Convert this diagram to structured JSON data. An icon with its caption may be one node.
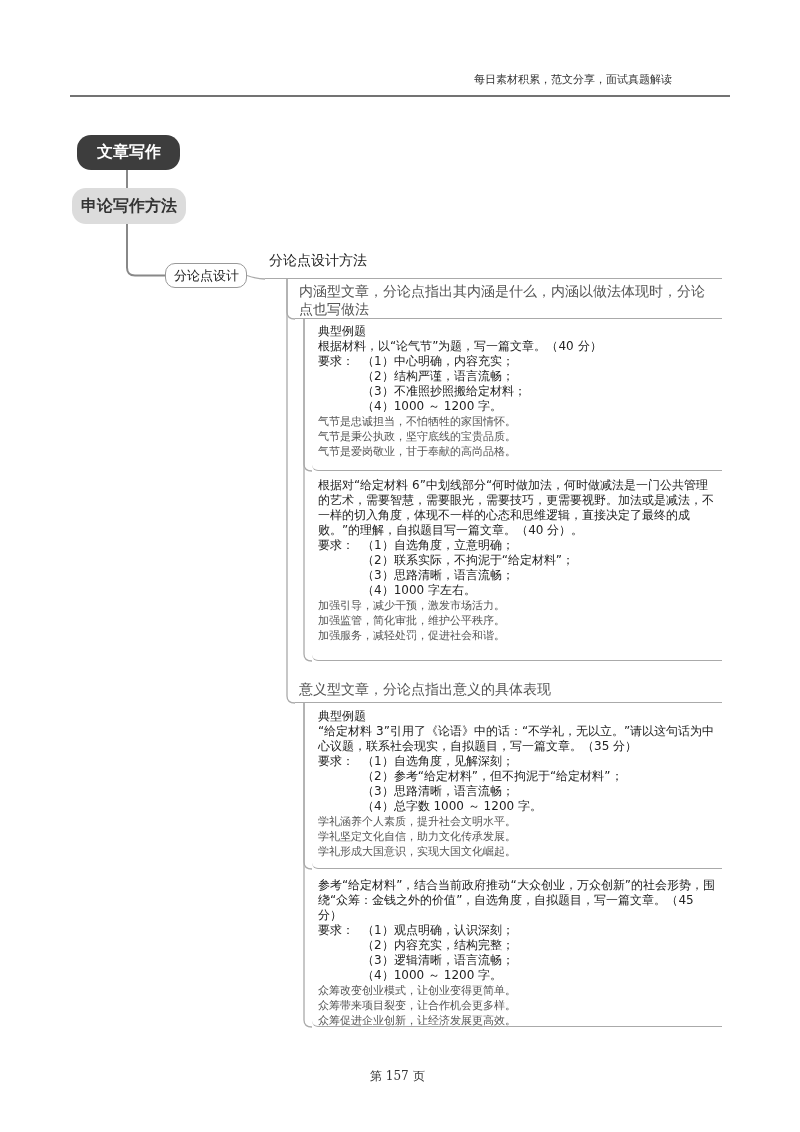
{
  "diagram": {
    "nodes": [
      {
        "text": [
          "文章写作"
        ]
      },
      {
        "text": [
          "申论写作方法"
        ]
      },
      {
        "text": [
          "分论点设计"
        ]
      },
      {
        "text": [
          "分论点设计方法"
        ]
      },
      {
        "text": [
          "内涵型文章，分论点指出其内涵是什么，内涵以做法体现时，分论点也写做法"
        ]
      },
      {
        "text": [
          "典型例题",
          "根据材料，以“论气节”为题，写一篇文章。（40 分）",
          "要求：",
          "（1）中心明确，内容充实；",
          "（2）结构严谨，语言流畅；",
          "（3）不准照抄照搬给定材料；",
          "（4）1000 ～ 1200 字。",
          "气节是忠诚担当，不怕牺牲的家国情怀。",
          "气节是秉公执政，坚守底线的宝贵品质。",
          "气节是爱岗敬业，甘于奉献的高尚品格。"
        ]
      },
      {
        "text": [
          "根据对“给定材料 6”中划线部分“何时做加法，何时做减法是一门公共管理的艺术，需要智慧，需要眼光，需要技巧，更需要视野。加法或是减法，不一样的切入角度，体现不一样的心态和思维逻辑，直接决定了最终的成败。”的理解，自拟题目写一篇文章。（40 分）。",
          "要求：",
          "（1）自选角度，立意明确；",
          "（2）联系实际，不拘泥于“给定材料”；",
          "（3）思路清晰，语言流畅；",
          "（4）1000 字左右。",
          "加强引导，减少干预，激发市场活力。",
          "加强监管，简化审批，维护公平秩序。",
          "加强服务，减轻处罚，促进社会和谐。"
        ]
      },
      {
        "text": [
          "意义型文章，分论点指出意义的具体表现"
        ]
      },
      {
        "text": [
          "典型例题",
          "“给定材料 3”引用了《论语》中的话：“不学礼，无以立。”请以这句话为中心议题，联系社会现实，自拟题目，写一篇文章。（35 分）",
          "要求：",
          "（1）自选角度，见解深刻；",
          "（2）参考“给定材料”，但不拘泥于“给定材料”；",
          "（3）思路清晰，语言流畅；",
          "（4）总字数 1000 ～ 1200 字。",
          "学礼涵养个人素质，提升社会文明水平。",
          "学礼坚定文化自信，助力文化传承发展。",
          "学礼形成大国意识，实现大国文化崛起。"
        ]
      },
      {
        "text": [
          "参考“给定材料”，结合当前政府推动“大众创业，万众创新”的社会形势，围绕“众筹：金钱之外的价值”，自选角度，自拟题目，写一篇文章。（45 分）",
          "要求：",
          "（1）观点明确，认识深刻；",
          "（2）内容充实，结构完整；",
          "（3）逻辑清晰，语言流畅；",
          "（4）1000 ～ 1200 字。",
          "众筹改变创业模式，让创业变得更简单。",
          "众筹带来项目裂变，让合作机会更多样。",
          "众筹促进企业创新，让经济发展更高效。"
        ]
      }
    ],
    "edges": [
      {
        "from": 0,
        "to": 1,
        "arrow": "none"
      },
      {
        "from": 1,
        "to": 2,
        "arrow": "none"
      },
      {
        "from": 2,
        "to": 3,
        "arrow": "none"
      },
      {
        "from": 3,
        "to": 4,
        "arrow": "none"
      },
      {
        "from": 3,
        "to": 7,
        "arrow": "none"
      },
      {
        "from": 4,
        "to": 5,
        "arrow": "none"
      },
      {
        "from": 4,
        "to": 6,
        "arrow": "none"
      },
      {
        "from": 7,
        "to": 8,
        "arrow": "none"
      },
      {
        "from": 7,
        "to": 9,
        "arrow": "none"
      }
    ],
    "labels": [
      "每日素材积累，范文分享，面试真题解读",
      "第 157 页"
    ]
  }
}
